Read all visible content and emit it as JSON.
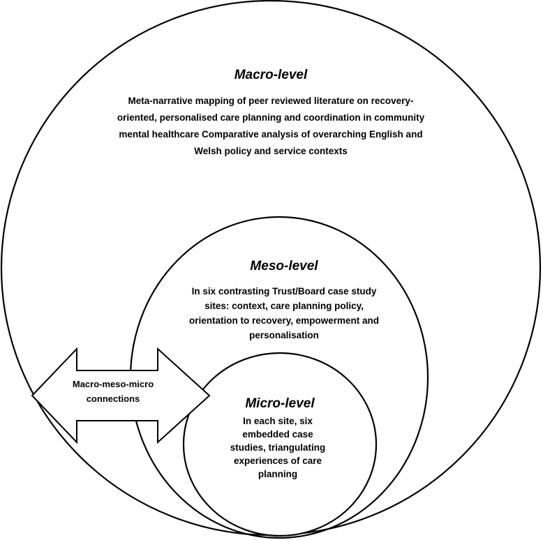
{
  "macro": {
    "title": "Macro-level",
    "lines": [
      "Meta-narrative mapping of peer reviewed literature on recovery-",
      "oriented, personalised care planning and coordination in community",
      "mental healthcare Comparative analysis of overarching English and",
      "Welsh policy and service contexts"
    ]
  },
  "meso": {
    "title": "Meso-level",
    "lines": [
      "In six contrasting Trust/Board case study",
      "sites: context, care planning policy,",
      "orientation to recovery, empowerment and",
      "personalisation"
    ]
  },
  "micro": {
    "title": "Micro-level",
    "lines": [
      "In each site, six",
      "embedded case",
      "studies, triangulating",
      "experiences of care",
      "planning"
    ]
  },
  "arrow": {
    "lines": [
      "Macro-meso-micro",
      "connections"
    ]
  }
}
